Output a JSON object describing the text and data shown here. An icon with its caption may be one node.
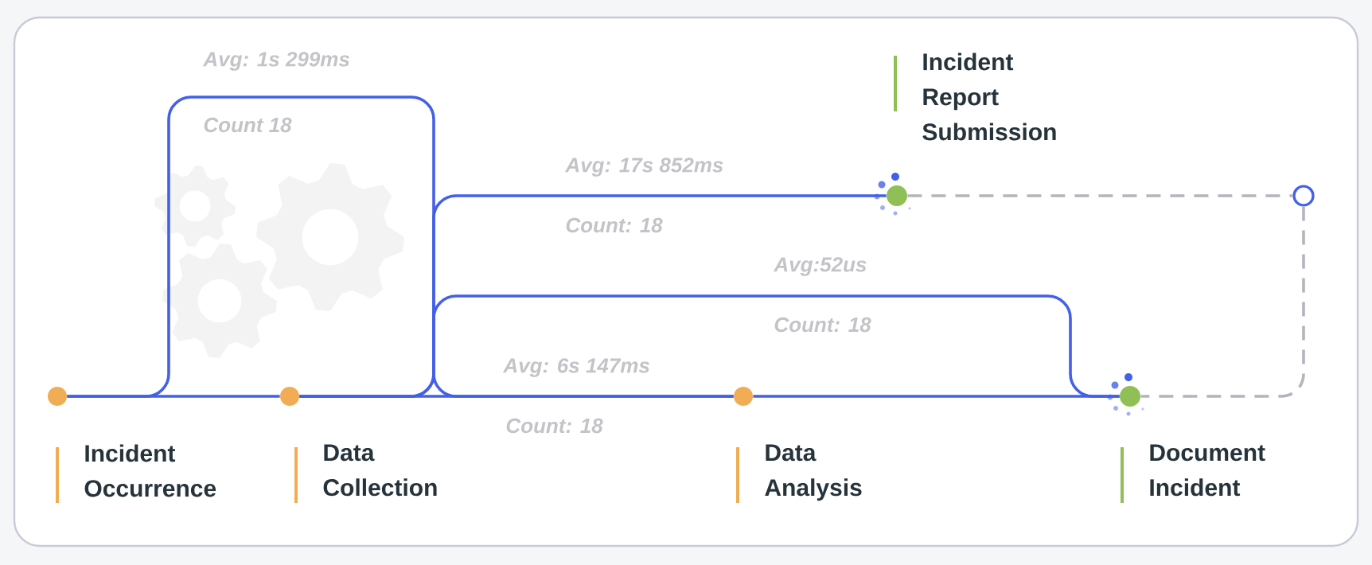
{
  "diagram": {
    "nodes": [
      {
        "text": [],
        "shape": "circle",
        "beside": [
          "Incident Occurrence"
        ]
      },
      {
        "text": [],
        "shape": "circle",
        "beside": [
          "Data Collection"
        ]
      },
      {
        "text": [],
        "shape": "circle",
        "beside": [
          "Data Analysis"
        ]
      },
      {
        "text": [],
        "shape": "circle",
        "beside": [
          "Incident Report Submission"
        ]
      },
      {
        "text": [],
        "shape": "circle"
      },
      {
        "text": [],
        "shape": "circle",
        "beside": [
          "Document Incident"
        ]
      }
    ],
    "edges": [
      {
        "from": 0,
        "to": 1,
        "arrow": "none"
      },
      {
        "from": 0,
        "to": 2,
        "arrow": "none",
        "label": "Avg: 1s 299ms"
      },
      {
        "from": 1,
        "to": 2,
        "arrow": "none",
        "label": "Avg: 6s 147ms"
      },
      {
        "from": 1,
        "to": 3,
        "arrow": "none",
        "label": "Avg: 17s 852ms"
      },
      {
        "from": 1,
        "to": 5,
        "arrow": "none",
        "label": "Avg:52us"
      },
      {
        "from": 2,
        "to": 5,
        "arrow": "none"
      },
      {
        "from": 3,
        "to": 4,
        "arrow": "none",
        "style": "dashed",
        "color": "#b4b4bc"
      },
      {
        "from": 4,
        "to": 5,
        "arrow": "none",
        "style": "dashed",
        "color": "#b4b4bc"
      }
    ],
    "labels": [
      "Count 18",
      "Count: 18",
      "Count: 18",
      "Count: 18"
    ]
  }
}
